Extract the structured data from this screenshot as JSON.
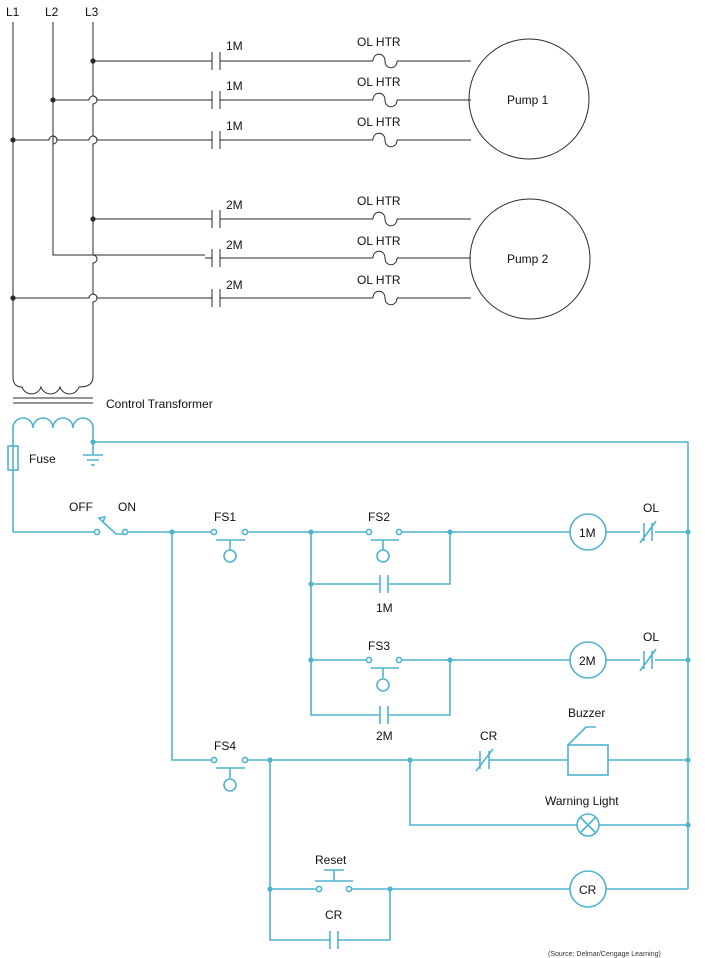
{
  "lines": {
    "l1": "L1",
    "l2": "L2",
    "l3": "L3"
  },
  "power": {
    "contact_1m": "1M",
    "contact_2m": "2M",
    "ol_htr": "OL  HTR",
    "pump1": "Pump 1",
    "pump2": "Pump 2"
  },
  "transformer": {
    "label": "Control Transformer"
  },
  "control": {
    "fuse": "Fuse",
    "off": "OFF",
    "on": "ON",
    "fs1": "FS1",
    "fs2": "FS2",
    "fs3": "FS3",
    "fs4": "FS4",
    "seal_1m": "1M",
    "seal_2m": "2M",
    "coil_1m": "1M",
    "coil_2m": "2M",
    "ol": "OL",
    "cr_contact": "CR",
    "buzzer": "Buzzer",
    "warning_light": "Warning Light",
    "reset": "Reset",
    "cr_seal": "CR",
    "cr_coil": "CR"
  },
  "source": "(Source: Delmar/Cengage Learning)"
}
